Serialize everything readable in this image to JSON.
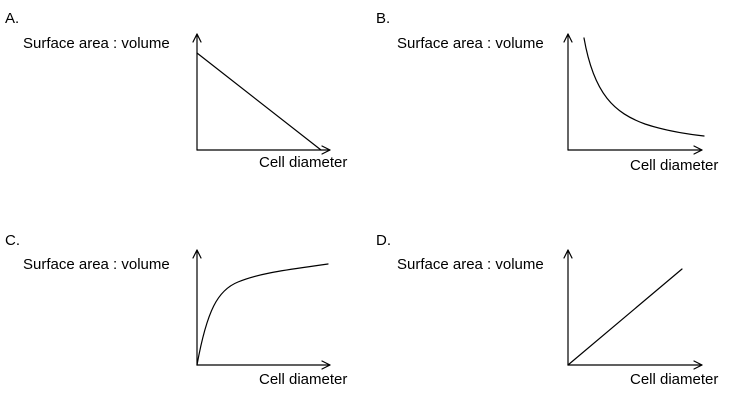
{
  "panels": [
    {
      "letter": "A.",
      "ylabel": "Surface area : volume",
      "xlabel": "Cell diameter",
      "trend": "linear-decreasing"
    },
    {
      "letter": "B.",
      "ylabel": "Surface area : volume",
      "xlabel": "Cell diameter",
      "trend": "inverse-decreasing-curve"
    },
    {
      "letter": "C.",
      "ylabel": "Surface area : volume",
      "xlabel": "Cell diameter",
      "trend": "increasing-saturating-curve"
    },
    {
      "letter": "D.",
      "ylabel": "Surface area : volume",
      "xlabel": "Cell diameter",
      "trend": "linear-increasing"
    }
  ],
  "colors": {
    "line": "#000000",
    "background": "#ffffff"
  }
}
